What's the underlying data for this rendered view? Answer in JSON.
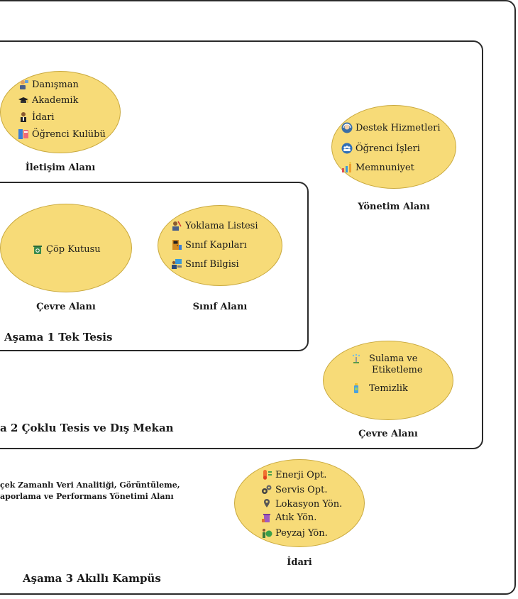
{
  "stages": {
    "s1": "Aşama 1 Tek Tesis",
    "s2": "a 2 Çoklu Tesis ve Dış Mekan",
    "s3": "Aşama 3 Akıllı Kampüs"
  },
  "iletisim": {
    "caption": "İletişim Alanı",
    "items": [
      "Danışman",
      "Akademik",
      "İdari",
      "Öğrenci Kulübü"
    ]
  },
  "yonetim": {
    "caption": "Yönetim Alanı",
    "items": [
      "Destek Hizmetleri",
      "Öğrenci İşleri",
      "Memnuniyet"
    ]
  },
  "cevre1": {
    "caption": "Çevre Alanı",
    "items": [
      "Çöp Kutusu"
    ]
  },
  "sinif": {
    "caption": "Sınıf Alanı",
    "items": [
      "Yoklama Listesi",
      "Sınıf Kapıları",
      "Sınıf Bilgisi"
    ]
  },
  "cevre2": {
    "caption": "Çevre Alanı",
    "items": [
      "Sulama ve",
      "Etiketleme",
      "Temizlik"
    ]
  },
  "idari": {
    "caption": "İdari",
    "items": [
      "Enerji Opt.",
      "Servis Opt.",
      "Lokasyon Yön.",
      "Atık Yön.",
      "Peyzaj Yön."
    ]
  },
  "analytics": {
    "line1": "çek Zamanlı Veri Analitiği, Görüntüleme,",
    "line2": "aporlama ve Performans Yönetimi Alanı"
  },
  "icons": [
    "consultant-icon",
    "graduation-cap-icon",
    "admin-person-icon",
    "student-club-icon",
    "support-headset-icon",
    "student-affairs-icon",
    "satisfaction-chart-icon",
    "trash-bin-icon",
    "attendance-icon",
    "classroom-door-icon",
    "class-info-icon",
    "irrigation-icon",
    "cleaning-icon",
    "energy-icon",
    "gears-icon",
    "location-icon",
    "waste-icon",
    "landscape-icon"
  ]
}
